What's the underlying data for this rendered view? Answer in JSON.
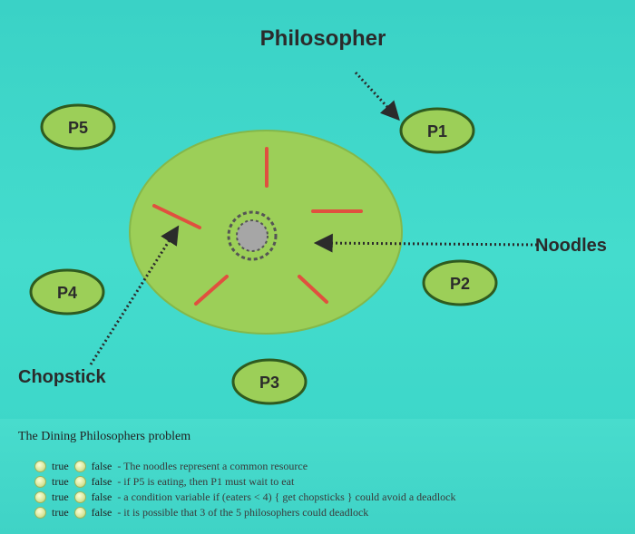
{
  "diagram": {
    "title_label": "Philosopher",
    "noodles_label": "Noodles",
    "chopstick_label": "Chopstick",
    "philosophers": [
      "P1",
      "P2",
      "P3",
      "P4",
      "P5"
    ],
    "colors": {
      "background": "#3fd6c8",
      "table": "#9ccf58",
      "chopstick": "#e0503f",
      "philosopher_fill": "#9ccf58",
      "philosopher_border": "#2f5b1f"
    }
  },
  "quiz": {
    "title": "The Dining Philosophers problem",
    "true_label": "true",
    "false_label": "false",
    "statements": [
      "- The noodles represent a common resource",
      "- if P5 is eating, then P1 must wait to eat",
      "- a condition variable if (eaters < 4) { get chopsticks } could avoid a deadlock",
      "- it is possible that 3 of the 5 philosophers could deadlock"
    ]
  }
}
